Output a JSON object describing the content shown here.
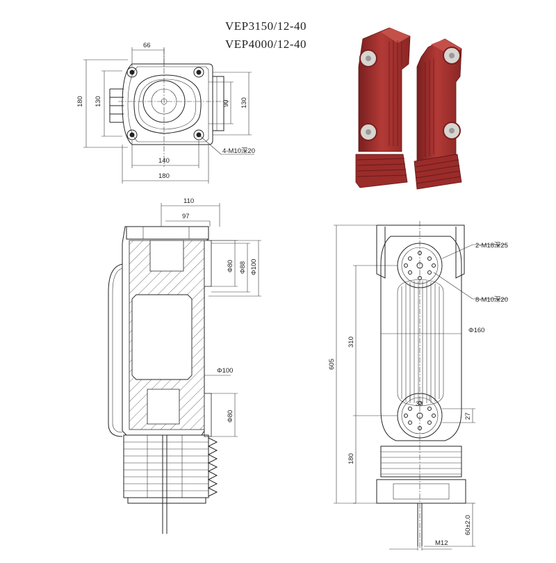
{
  "titles": {
    "model_1": "VEP3150/12-40",
    "model_2": "VEP4000/12-40"
  },
  "colors": {
    "body": "#a8302f",
    "body_dark": "#7a1f1f",
    "body_light": "#c4504a",
    "line": "#222222"
  },
  "top_view": {
    "dim_66": "66",
    "dim_180_left": "180",
    "dim_130_left": "130",
    "dim_90": "90",
    "dim_130_right": "130",
    "dim_140": "140",
    "dim_180_bottom": "180",
    "bolt_note": "4-M10深20"
  },
  "section_view": {
    "dim_110": "110",
    "dim_97": "97",
    "dim_80_top": "Φ80",
    "dim_88": "Φ88",
    "dim_100_top": "Φ100",
    "dim_100_mid": "Φ100",
    "dim_80_bottom": "Φ80"
  },
  "front_view": {
    "note_top": "2-M18深25",
    "note_bolts": "8-M10深20",
    "dim_160": "Φ160",
    "dim_605": "605",
    "dim_310": "310",
    "dim_180": "180",
    "dim_30": "30",
    "dim_27": "27",
    "dim_60": "60±2.0",
    "dim_m12": "M12"
  }
}
